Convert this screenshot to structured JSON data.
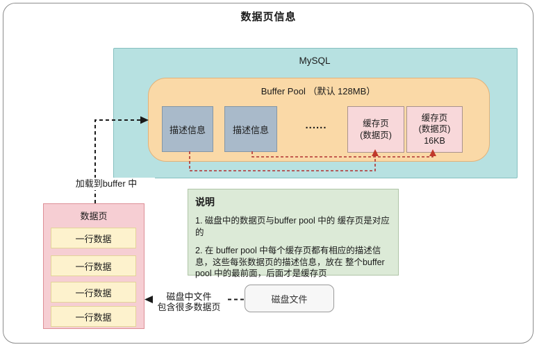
{
  "title": "数据页信息",
  "mysql_box": {
    "label": "MySQL"
  },
  "buffer_pool": {
    "label": "Buffer Pool  （默认 128MB）",
    "desc_boxes": [
      "描述信息",
      "描述信息"
    ],
    "ellipsis": "......",
    "cache_pages": [
      {
        "line1": "缓存页",
        "line2": "(数据页)",
        "line3": ""
      },
      {
        "line1": "缓存页",
        "line2": "(数据页)",
        "line3": "16KB"
      }
    ]
  },
  "load_label": "加载到buffer 中",
  "note": {
    "heading": "说明",
    "items": [
      "1. 磁盘中的数据页与buffer pool 中的 缓存页是对应的",
      "2. 在 buffer pool 中每个缓存页都有相应的描述信息，这些每张数据页的描述信息，放在 整个buffer pool 中的最前面，后面才是缓存页"
    ]
  },
  "data_page": {
    "title": "数据页",
    "rows": [
      "一行数据",
      "一行数据",
      "一行数据",
      "一行数据"
    ]
  },
  "disk_note": {
    "line1": "磁盘中文件",
    "line2": "包含很多数据页"
  },
  "disk_file": {
    "label": "磁盘文件"
  },
  "colors": {
    "mysql_bg": "#b7e1e1",
    "buffer_pool_bg": "#fad9a7",
    "desc_box_bg": "#a9baca",
    "cache_page_bg": "#f8d8da",
    "data_page_bg": "#f6ced3",
    "data_row_bg": "#fdf2cd",
    "note_bg": "#dcead7",
    "disk_file_bg": "#f7f7f7",
    "connector_red": "#b03030",
    "connector_black": "#1a1a1a"
  }
}
